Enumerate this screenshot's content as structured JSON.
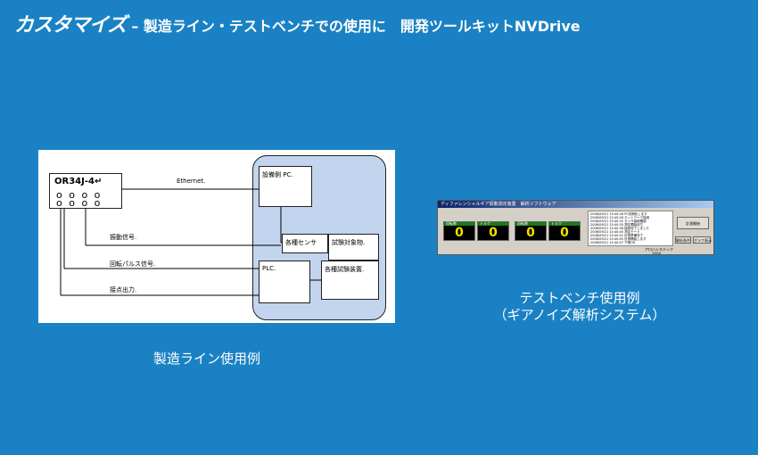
{
  "header": {
    "title": "カスタマイズ",
    "subtitle": "– 製造ライン・テストベンチでの使用に　開発ツールキットNVDrive"
  },
  "diagram": {
    "device_label": "OR34J-4↵",
    "dots_row1": "o  o  o  o",
    "dots_row2": "o  o  o  o",
    "ethernet_label": "Ethernet.",
    "pc_label": "設備側 PC.",
    "sensor_label": "各種センサ",
    "object_label": "試験対象物.",
    "plc_label": "PLC.",
    "test_label": "各種試験装置.",
    "vibration_label": "振動信号.",
    "pulse_label": "回転パルス信号.",
    "contact_label": "接点出力.",
    "caption": "製造ライン使用例"
  },
  "window": {
    "title": "ディファレンシャルギア振動測定装置　解析ソフトウェア",
    "meters": [
      {
        "head": "回転数",
        "value": "0"
      },
      {
        "head": "トルク",
        "value": "0"
      },
      {
        "head": "回転数",
        "value": "0"
      },
      {
        "head": "トルク",
        "value": "0"
      }
    ],
    "log_lines": [
      "2006/09/21 15:40:28   PC初期化します",
      "2006/09/21 15:40:28   ネットワーク接続",
      "2006/09/21 15:40:32   センサ接続確認",
      "2006/09/21 15:40:35   測定開始待ち",
      "2006/09/21 15:40:38   接続完了しました",
      "2006/09/21 15:40:40   測定モード",
      "2006/09/21 15:40:42   計測準備完了",
      "2006/09/21 15:40:45   計測開始します",
      "2006/09/21 15:40:47   下限OK"
    ],
    "buttons": {
      "start": "計測開始",
      "settings": "解析条件",
      "graph": "グラフ表示"
    },
    "status": "アロハシステック",
    "status_num": "2004",
    "caption_line1": "テストベンチ使用例",
    "caption_line2": "（ギアノイズ解析システム）"
  }
}
